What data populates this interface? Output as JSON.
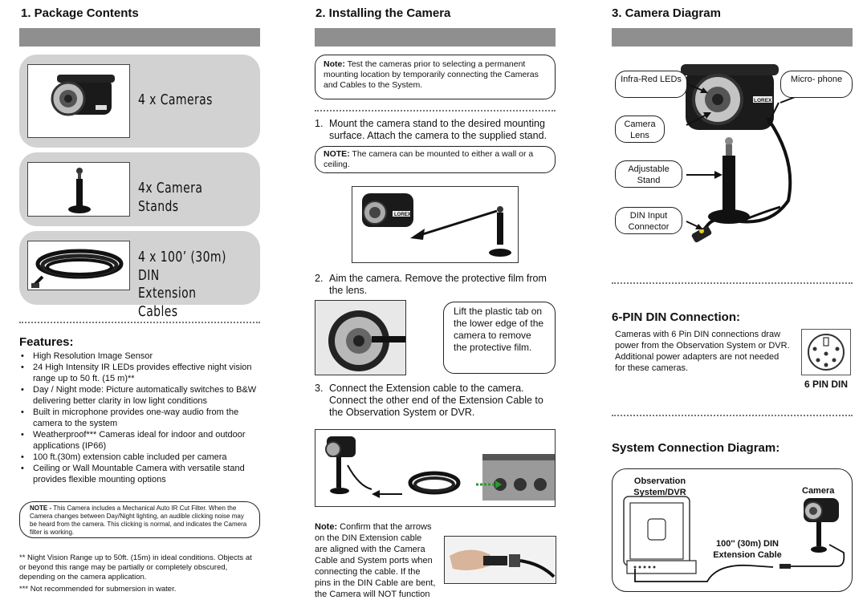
{
  "col1": {
    "heading": "1. Package Contents",
    "items": [
      {
        "label_line1": "4 x Cameras",
        "label_line2": ""
      },
      {
        "label_line1": "4x Camera Stands",
        "label_line2": ""
      },
      {
        "label_line1": "4 x 100’ (30m) DIN",
        "label_line2": "Extension Cables"
      }
    ],
    "features_title": "Features:",
    "features": [
      "High Resolution Image Sensor",
      "24 High Intensity IR LEDs provides effective night vision range up to 50 ft. (15 m)**",
      "Day / Night mode: Picture automatically switches to B&W delivering better clarity in low light conditions",
      "Built in microphone provides one-way audio from the camera to the system",
      "Weatherproof*** Cameras ideal for indoor and outdoor applications (IP66)",
      "100 ft.(30m) extension cable included per camera",
      "Ceiling or Wall Mountable Camera with versatile stand provides flexible mounting options"
    ],
    "note_bold": "NOTE -",
    "note_text": " This Camera includes a Mechanical Auto IR Cut Filter. When the Camera changes between Day/Night lighting, an audible clicking noise may be heard from the camera. This clicking is normal, and indicates the Camera filter is working.",
    "footnote1": "** Night Vision Range up to 50ft. (15m) in ideal conditions. Objects at or beyond this range may be partially or completely obscured, depending on the camera application.",
    "footnote2": "*** Not recommended for submersion in water."
  },
  "col2": {
    "heading": "2. Installing the Camera",
    "note1_bold": "Note:",
    "note1_text": " Test the cameras prior to selecting a permanent mounting location by temporarily connecting the Cameras and Cables to the System.",
    "step1_num": "1.",
    "step1": "Mount the camera stand to the desired mounting surface. Attach the camera to the supplied stand.",
    "note2_bold": "NOTE:",
    "note2_text": " The camera can be mounted to either a wall or a ceiling.",
    "step2_num": "2.",
    "step2": "Aim the camera. Remove the protective film from the lens.",
    "lift_text": "Lift the plastic tab on the lower edge of the camera to remove the protective film.",
    "step3_num": "3.",
    "step3": "Connect the Extension cable to the camera. Connect the other end of the Extension Cable to the Observation System or DVR.",
    "note3_bold": "Note:",
    "note3_text": " Confirm that the arrows on the DIN Extension cable are aligned with the Camera Cable and System ports when connecting the cable. If the pins in the DIN Cable are bent, the Camera will NOT function",
    "brand": "LOREX"
  },
  "col3": {
    "heading": "3. Camera Diagram",
    "callouts": {
      "ir": "Infra-Red LEDs",
      "mic": "Micro- phone",
      "lens": "Camera Lens",
      "stand": "Adjustable Stand",
      "din": "DIN Input Connector"
    },
    "din_title": "6-PIN DIN Connection:",
    "din_text": "Cameras with 6 Pin DIN connections draw power from the Observation System or DVR. Additional power adapters are not needed for these cameras.",
    "din_caption": "6 PIN DIN",
    "sys_title": "System Connection Diagram:",
    "sys_dvr_label": "Observation System/DVR",
    "sys_camera_label": "Camera",
    "sys_cable_label": "100'' (30m) DIN Extension Cable"
  }
}
